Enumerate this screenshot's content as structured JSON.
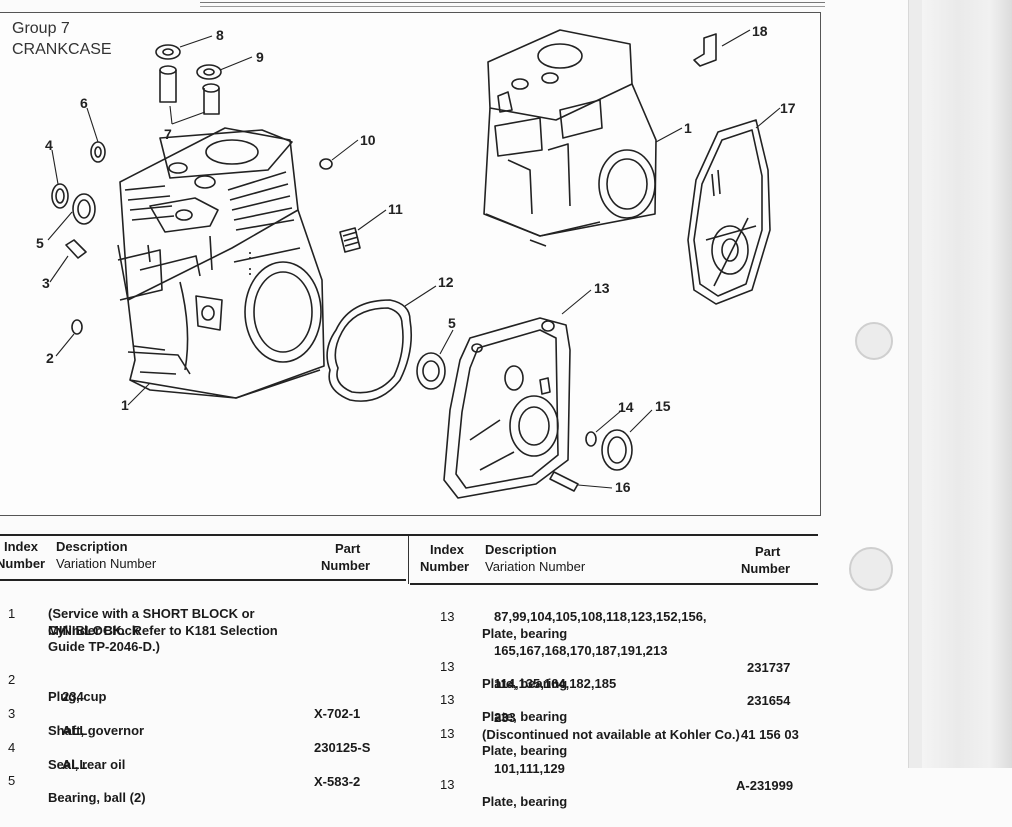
{
  "title": {
    "group": "Group 7",
    "name": "CRANKCASE"
  },
  "callouts": [
    "1",
    "1",
    "2",
    "3",
    "4",
    "5",
    "5",
    "6",
    "7",
    "8",
    "9",
    "10",
    "11",
    "12",
    "13",
    "14",
    "15",
    "16",
    "17",
    "18"
  ],
  "table": {
    "headers": {
      "index": "Index",
      "number": "Number",
      "description": "Description",
      "variation": "Variation Number",
      "part": "Part",
      "part_number": "Number",
      "left_number": "Number",
      "left_index": "Index"
    },
    "left_rows": [
      {
        "index": "1",
        "description": "Cylinder Block",
        "lines": [
          "(Service with a SHORT BLOCK or",
          "MINIBLOCK.  Refer to K181 Selection",
          "Guide TP-2046-D.)"
        ],
        "part": ""
      },
      {
        "index": "2",
        "description": "Plug, cup",
        "lines": [
          "234"
        ],
        "part": "X-702-1"
      },
      {
        "index": "3",
        "description": "Shaft, governor",
        "lines": [
          "ALL"
        ],
        "part": "230125-S"
      },
      {
        "index": "4",
        "description": "Seal, rear oil",
        "lines": [
          "ALL"
        ],
        "part": "X-583-2"
      },
      {
        "index": "5",
        "description": "Bearing, ball (2)",
        "lines": [],
        "part": ""
      }
    ],
    "right_rows": [
      {
        "index": "13",
        "description": "Plate, bearing",
        "lines": [
          "87,99,104,105,108,118,123,152,156,",
          "165,167,168,170,187,191,213"
        ],
        "part": "231737"
      },
      {
        "index": "13",
        "description": "Plate, bearing",
        "lines": [
          "114,135,164,182,185"
        ],
        "part": "231654"
      },
      {
        "index": "13",
        "description": "Plate, bearing",
        "lines": [
          "233"
        ],
        "part": "41 156 03"
      },
      {
        "index": "13",
        "description": "Plate, bearing",
        "lines": [
          "(Discontinued not available at Kohler Co.)",
          "101,111,129"
        ],
        "part": "A-231999"
      },
      {
        "index": "13",
        "description": "Plate, bearing",
        "lines": [],
        "part": ""
      }
    ]
  }
}
